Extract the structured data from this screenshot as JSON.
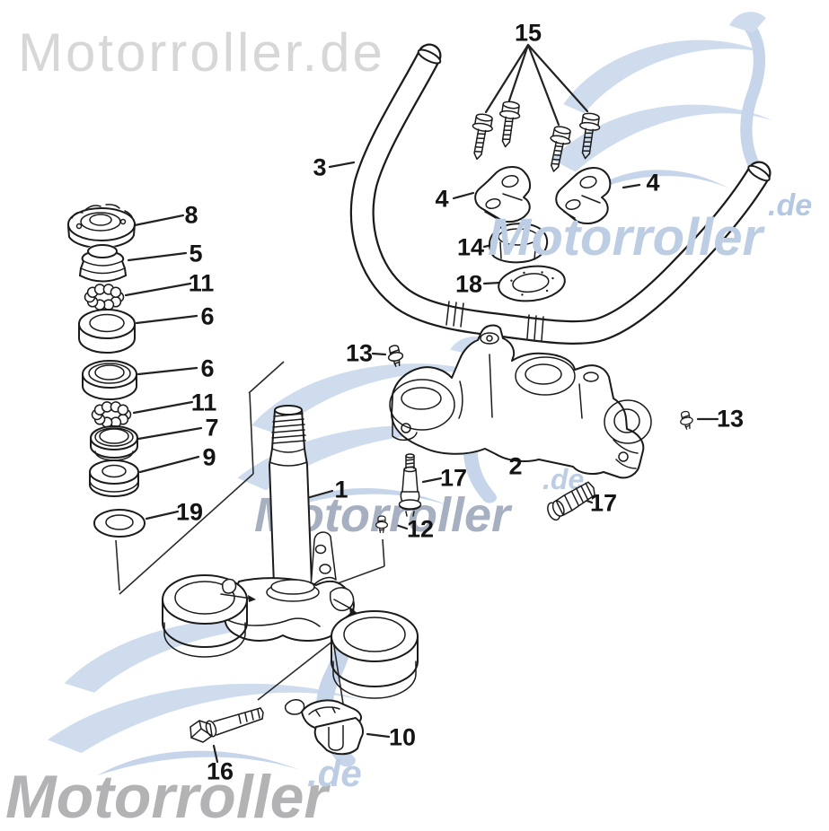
{
  "document": {
    "type": "exploded-parts-diagram",
    "subject": "Handlebar and steering stem assembly"
  },
  "watermarks": {
    "top_left": "Motorroller.de",
    "brand": "Motorroller",
    "suffix": ".de"
  },
  "colors": {
    "ink": "#1b1b1b",
    "watermark_light_gray": "#d7d7d7",
    "watermark_gray": "#b3b3b6",
    "watermark_blue_gray": "#a6b0c0",
    "watermark_blue": "#bccde4",
    "logo_blue": "#cfdcee",
    "paper": "#ffffff"
  },
  "labels": [
    "3",
    "15",
    "4",
    "4",
    "14",
    "18",
    "8",
    "5",
    "11",
    "6",
    "6",
    "11",
    "7",
    "9",
    "19",
    "1",
    "2",
    "13",
    "13",
    "17",
    "17",
    "12",
    "16",
    "10"
  ]
}
